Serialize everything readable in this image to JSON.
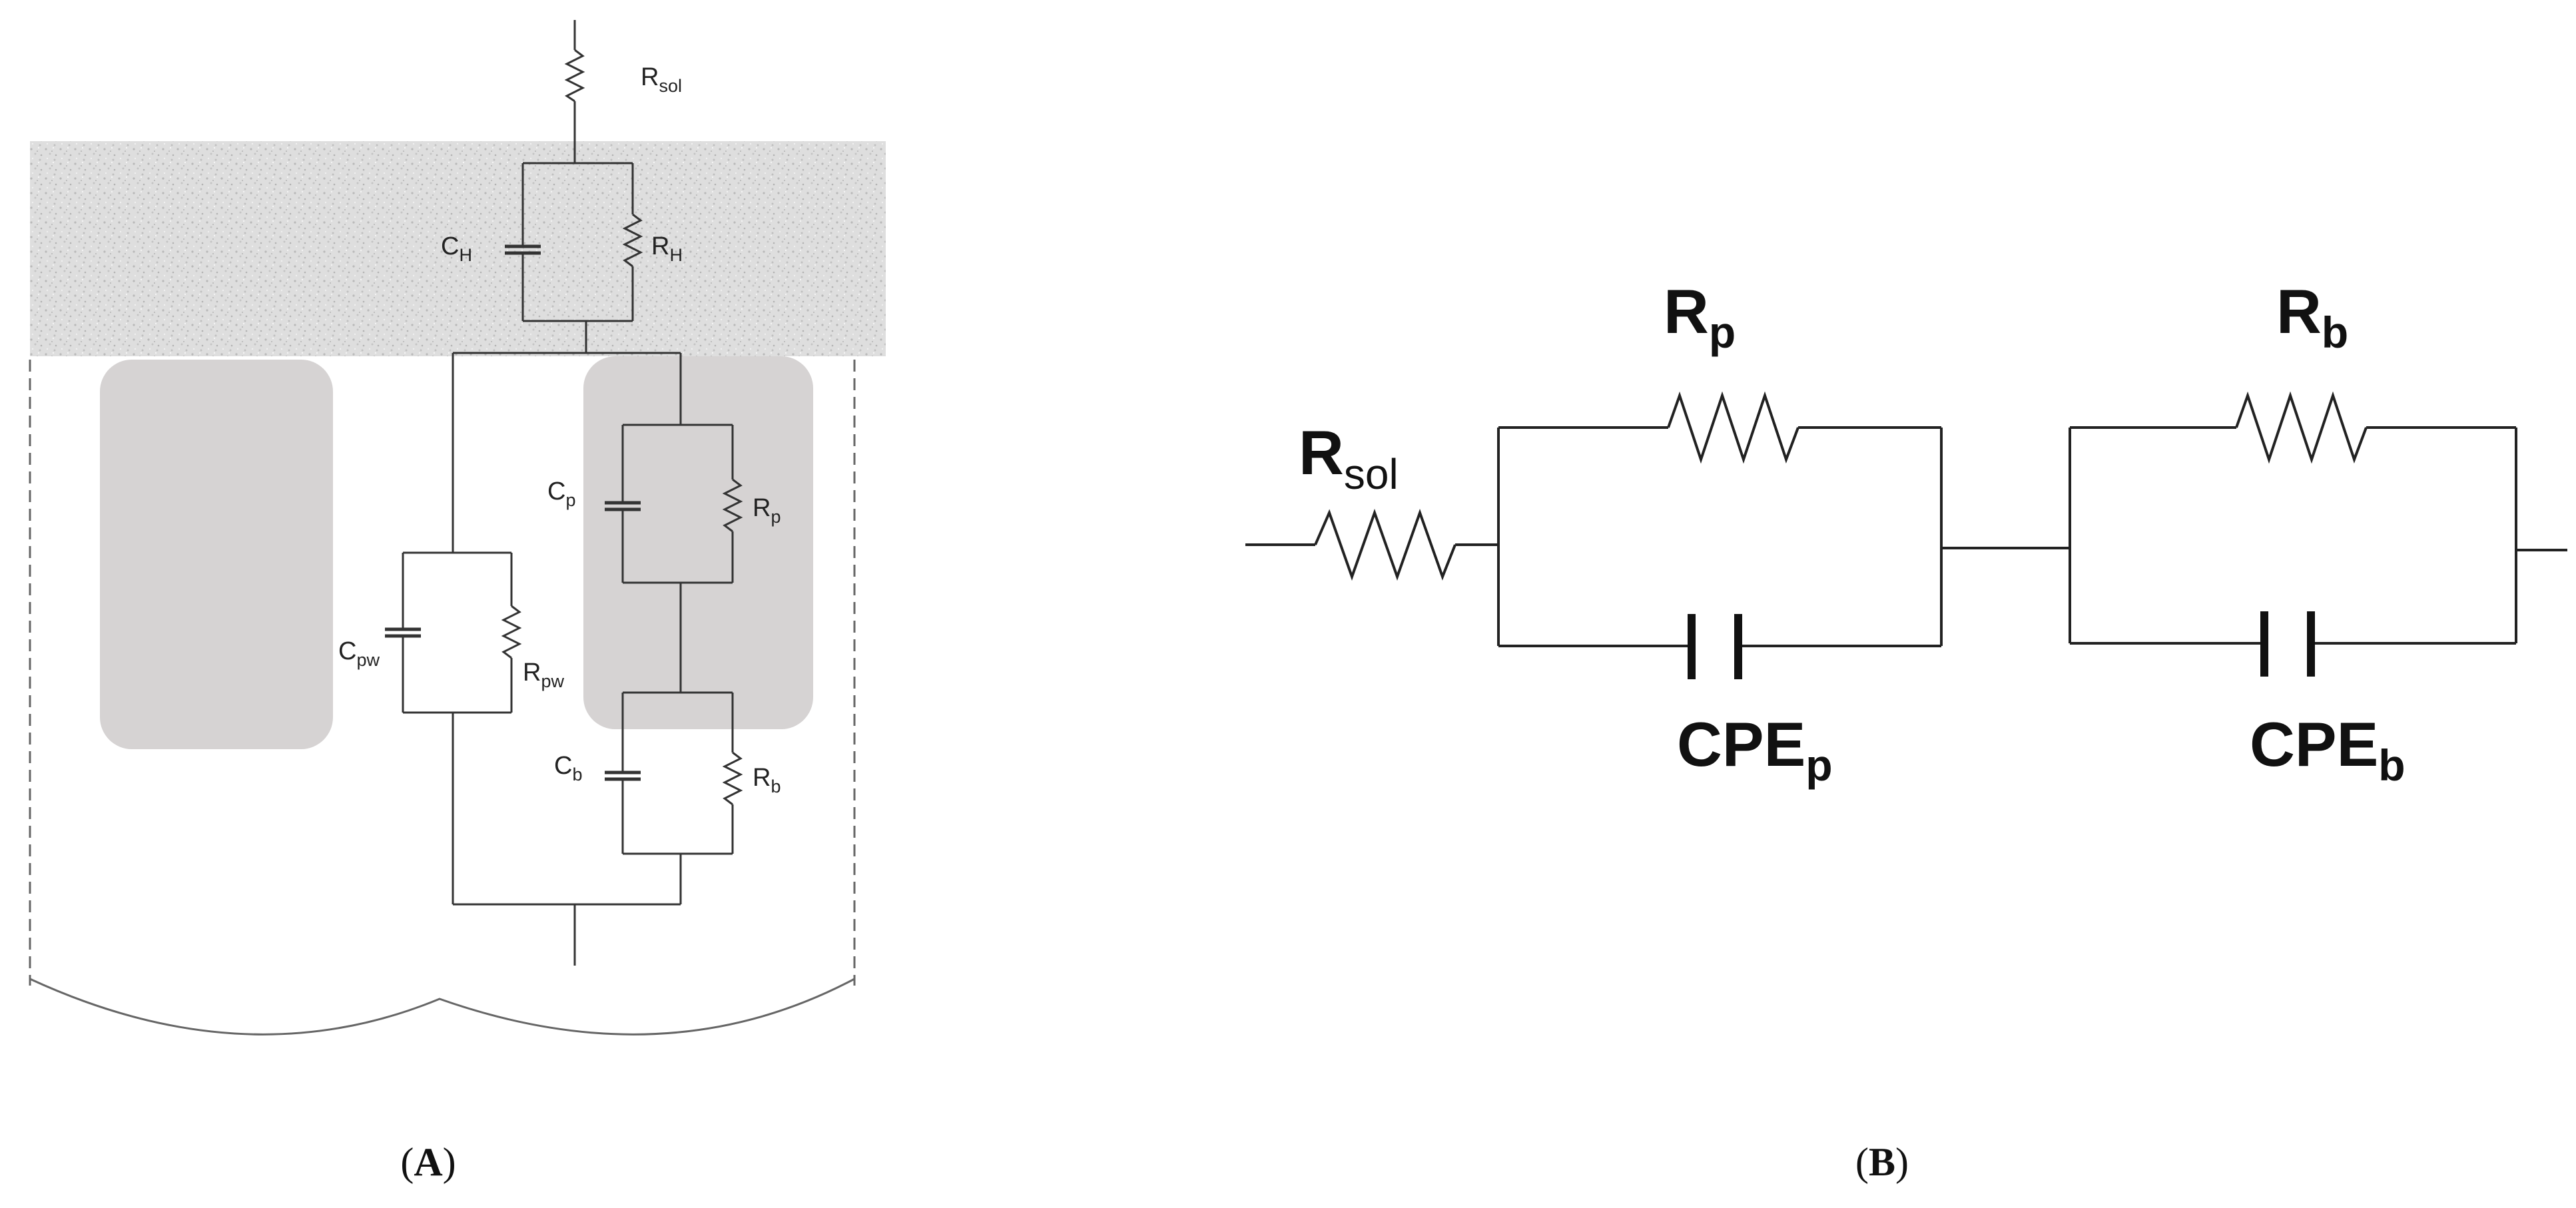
{
  "panel_a": {
    "label": "A",
    "components": {
      "r_sol": {
        "base": "R",
        "sub": "sol"
      },
      "c_h": {
        "base": "C",
        "sub": "H"
      },
      "r_h": {
        "base": "R",
        "sub": "H"
      },
      "c_p": {
        "base": "C",
        "sub": "p"
      },
      "r_p": {
        "base": "R",
        "sub": "p"
      },
      "c_pw": {
        "base": "C",
        "sub": "pw"
      },
      "r_pw": {
        "base": "R",
        "sub": "pw"
      },
      "c_b": {
        "base": "C",
        "sub": "b"
      },
      "r_b": {
        "base": "R",
        "sub": "b"
      }
    }
  },
  "panel_b": {
    "label": "B",
    "components": {
      "r_sol": {
        "base": "R",
        "sub": "sol"
      },
      "r_p": {
        "base": "R",
        "sub": "p"
      },
      "r_b": {
        "base": "R",
        "sub": "b"
      },
      "cpe_p": {
        "base": "CPE",
        "sub": "p"
      },
      "cpe_b": {
        "base": "CPE",
        "sub": "b"
      }
    }
  },
  "colors": {
    "line": "#333333",
    "coating": "#dedede",
    "pore": "#d6d3d3",
    "background": "#ffffff"
  }
}
